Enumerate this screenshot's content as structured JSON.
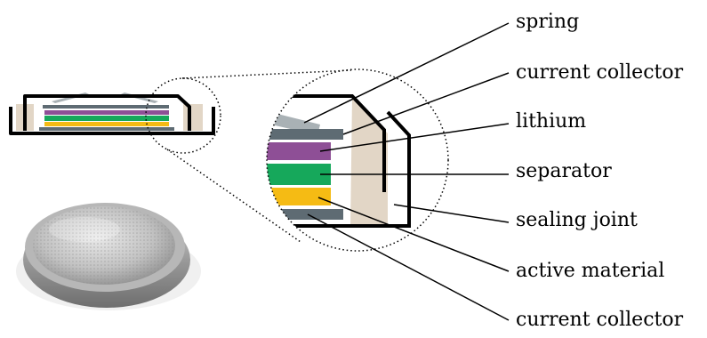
{
  "labels": {
    "spring": "spring",
    "current_collector_top": "current collector",
    "lithium": "lithium",
    "separator": "separator",
    "sealing_joint": "sealing joint",
    "active_material": "active material",
    "current_collector_bottom": "current collector"
  },
  "colors": {
    "casing": "#000000",
    "sealing": "#e2d6c6",
    "spring": "#a9b1b5",
    "current_collector": "#5e6b73",
    "lithium": "#8e4f96",
    "separator": "#16a85b",
    "active_material": "#f5bb14",
    "coin_metal": "#c7c7c7"
  }
}
